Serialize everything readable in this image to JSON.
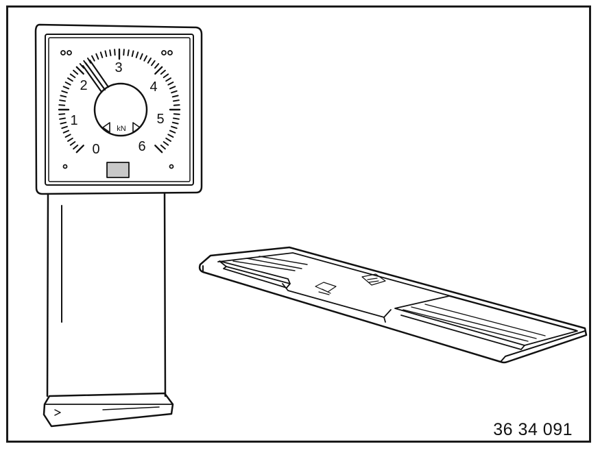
{
  "figure": {
    "reference_number": "36 34 091",
    "dial": {
      "scale_labels": [
        "0",
        "1",
        "2",
        "3",
        "4",
        "5",
        "6"
      ],
      "unit": "kN"
    }
  }
}
